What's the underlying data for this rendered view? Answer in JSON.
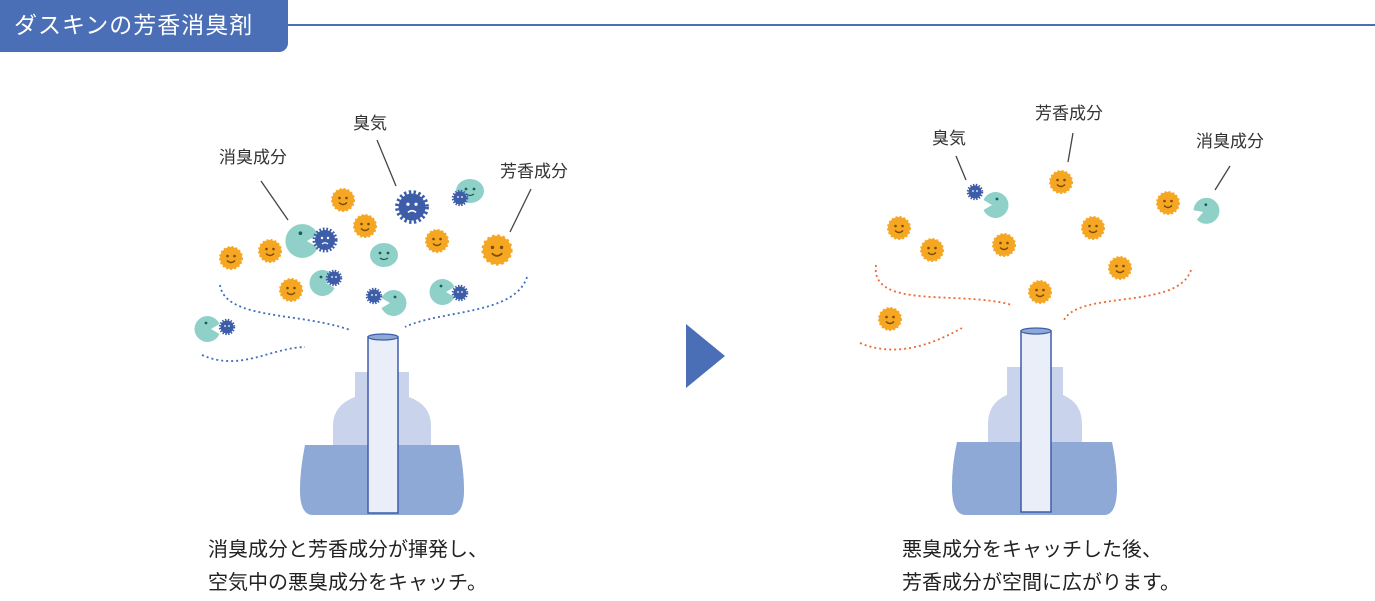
{
  "header": {
    "title": "ダスキンの芳香消臭剤"
  },
  "left_panel": {
    "labels": {
      "deodorizer": "消臭成分",
      "odor": "臭気",
      "fragrance": "芳香成分"
    },
    "caption_line1": "消臭成分と芳香成分が揮発し、",
    "caption_line2": "空気中の悪臭成分をキャッチ。"
  },
  "right_panel": {
    "labels": {
      "odor": "臭気",
      "fragrance": "芳香成分",
      "deodorizer": "消臭成分"
    },
    "caption_line1": "悪臭成分をキャッチした後、",
    "caption_line2": "芳香成分が空間に広がります。"
  },
  "colors": {
    "brand": "#4a6fb7",
    "fragrance_particle": "#f5a623",
    "deodorizer_particle": "#8fd1c8",
    "odor_particle": "#3e5da8",
    "bottle_light": "#c9d4ec",
    "bottle_dark": "#8ea9d6",
    "wick": "#e9eef8",
    "left_vapor": "#3e6fc0",
    "right_vapor": "#ee6a2f"
  },
  "icons": [
    "next-arrow-icon",
    "bottle-icon",
    "smile-particle-icon",
    "pacman-particle-icon",
    "spiky-particle-icon"
  ]
}
